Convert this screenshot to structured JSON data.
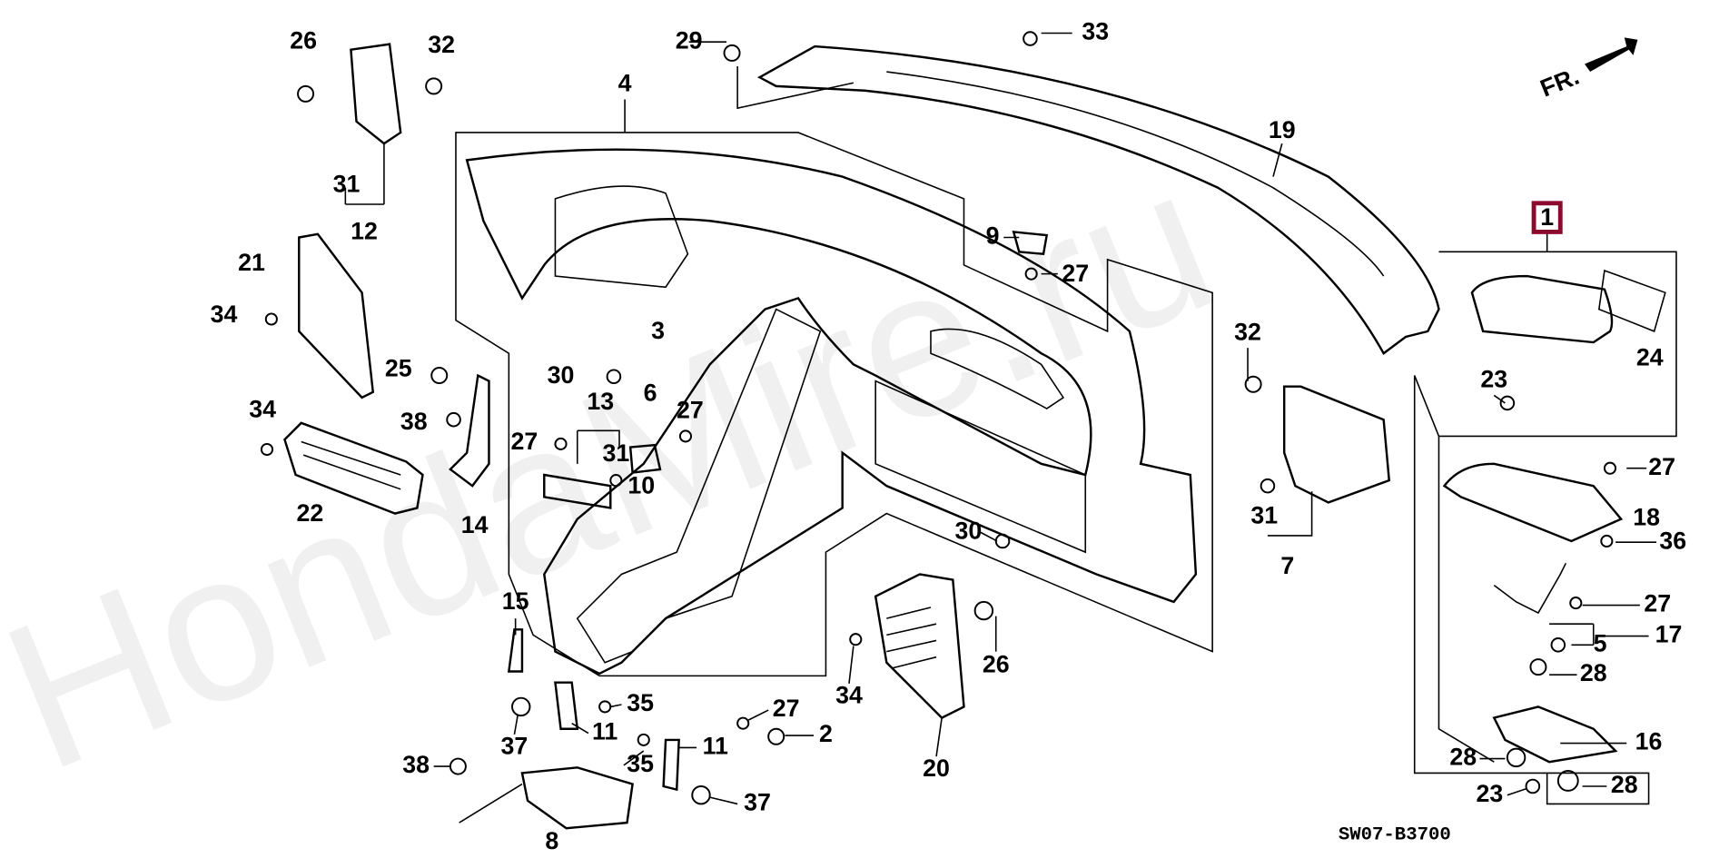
{
  "watermark": "HondaMire.ru",
  "diagram_code": "SW07-B3700",
  "direction_label": "FR.",
  "highlight_color": "#8b0a2e",
  "callouts": {
    "c1": "1",
    "c2": "2",
    "c3": "3",
    "c4": "4",
    "c5": "5",
    "c6": "6",
    "c7": "7",
    "c8": "8",
    "c9": "9",
    "c10": "10",
    "c11a": "11",
    "c11b": "11",
    "c12": "12",
    "c13": "13",
    "c14": "14",
    "c15": "15",
    "c16": "16",
    "c17": "17",
    "c18": "18",
    "c19": "19",
    "c20": "20",
    "c21": "21",
    "c22": "22",
    "c23a": "23",
    "c23b": "23",
    "c24": "24",
    "c25": "25",
    "c26a": "26",
    "c26b": "26",
    "c27a": "27",
    "c27b": "27",
    "c27c": "27",
    "c27d": "27",
    "c27e": "27",
    "c27f": "27",
    "c28a": "28",
    "c28b": "28",
    "c28c": "28",
    "c29": "29",
    "c30a": "30",
    "c30b": "30",
    "c31a": "31",
    "c31b": "31",
    "c31c": "31",
    "c32a": "32",
    "c32b": "32",
    "c33": "33",
    "c34a": "34",
    "c34b": "34",
    "c34c": "34",
    "c35a": "35",
    "c35b": "35",
    "c36": "36",
    "c37a": "37",
    "c37b": "37",
    "c38a": "38",
    "c38b": "38"
  }
}
